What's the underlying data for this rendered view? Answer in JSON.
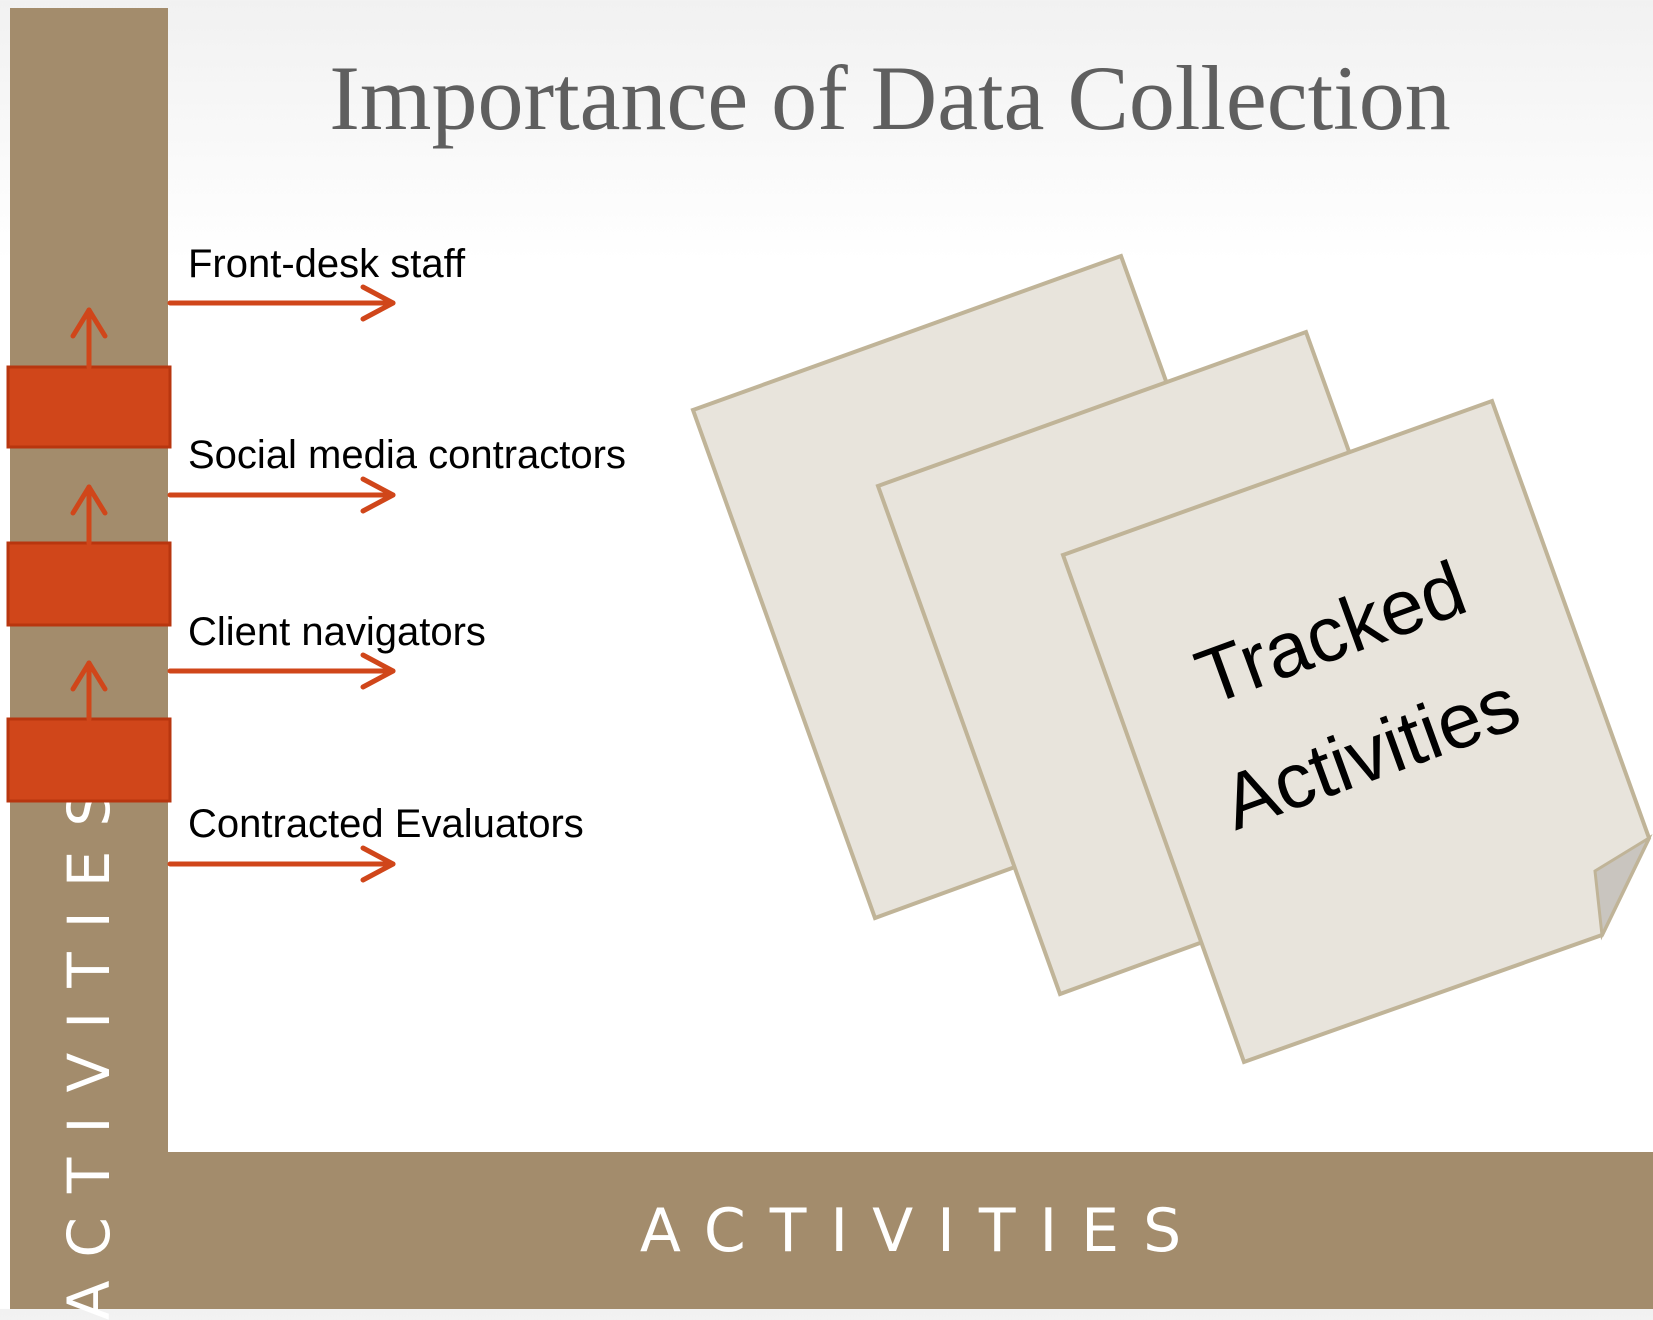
{
  "title": "Importance of Data Collection",
  "axes": {
    "vertical_label": "ACTIVITIES",
    "horizontal_label": "ACTIVITIES"
  },
  "actors": [
    {
      "label": "Front-desk staff"
    },
    {
      "label": "Social media contractors"
    },
    {
      "label": "Client navigators"
    },
    {
      "label": "Contracted Evaluators"
    }
  ],
  "pages": {
    "front_line1": "Tracked",
    "front_line2": "Activities"
  },
  "colors": {
    "bar": "#a38c6c",
    "accent": "#d0461a",
    "page_fill": "#e8e4dc",
    "page_stroke": "#c0b498",
    "title": "#5f5f5f"
  }
}
